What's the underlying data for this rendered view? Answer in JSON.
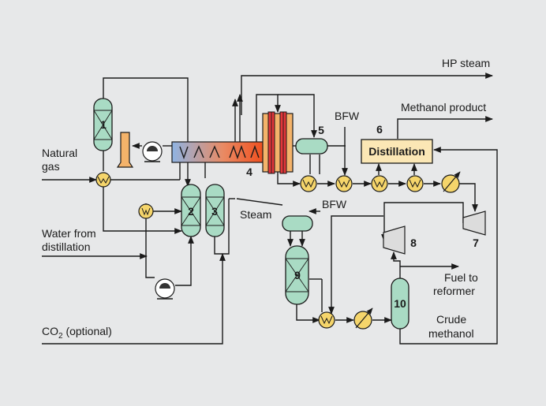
{
  "labels": {
    "hp_steam": "HP steam",
    "bfw_top": "BFW",
    "methanol_product": "Methanol product",
    "natural_gas_1": "Natural",
    "natural_gas_2": "gas",
    "steam": "Steam",
    "bfw_mid": "BFW",
    "water_1": "Water from",
    "water_2": "distillation",
    "fuel_1": "Fuel to",
    "fuel_2": "reformer",
    "crude_1": "Crude",
    "crude_2": "methanol",
    "co2_main": "CO",
    "co2_sub": "2",
    "co2_rest": " (optional)",
    "distillation": "Distillation"
  },
  "numbers": {
    "n1": "1",
    "n2": "2",
    "n3": "3",
    "n4": "4",
    "n5": "5",
    "n6": "6",
    "n7": "7",
    "n8": "8",
    "n9": "9",
    "n10": "10"
  },
  "colors": {
    "background": "#e7e8e9",
    "vessel_fill": "#a9dbc4",
    "exchanger_fill": "#f5d56b",
    "distillation_fill": "#fbe7b5",
    "reformer_gradient_start": "#8fb4e3",
    "reformer_gradient_end": "#f04d1c",
    "stack_fill": "#f4b36a",
    "reactor_fill": "#e2363a"
  }
}
